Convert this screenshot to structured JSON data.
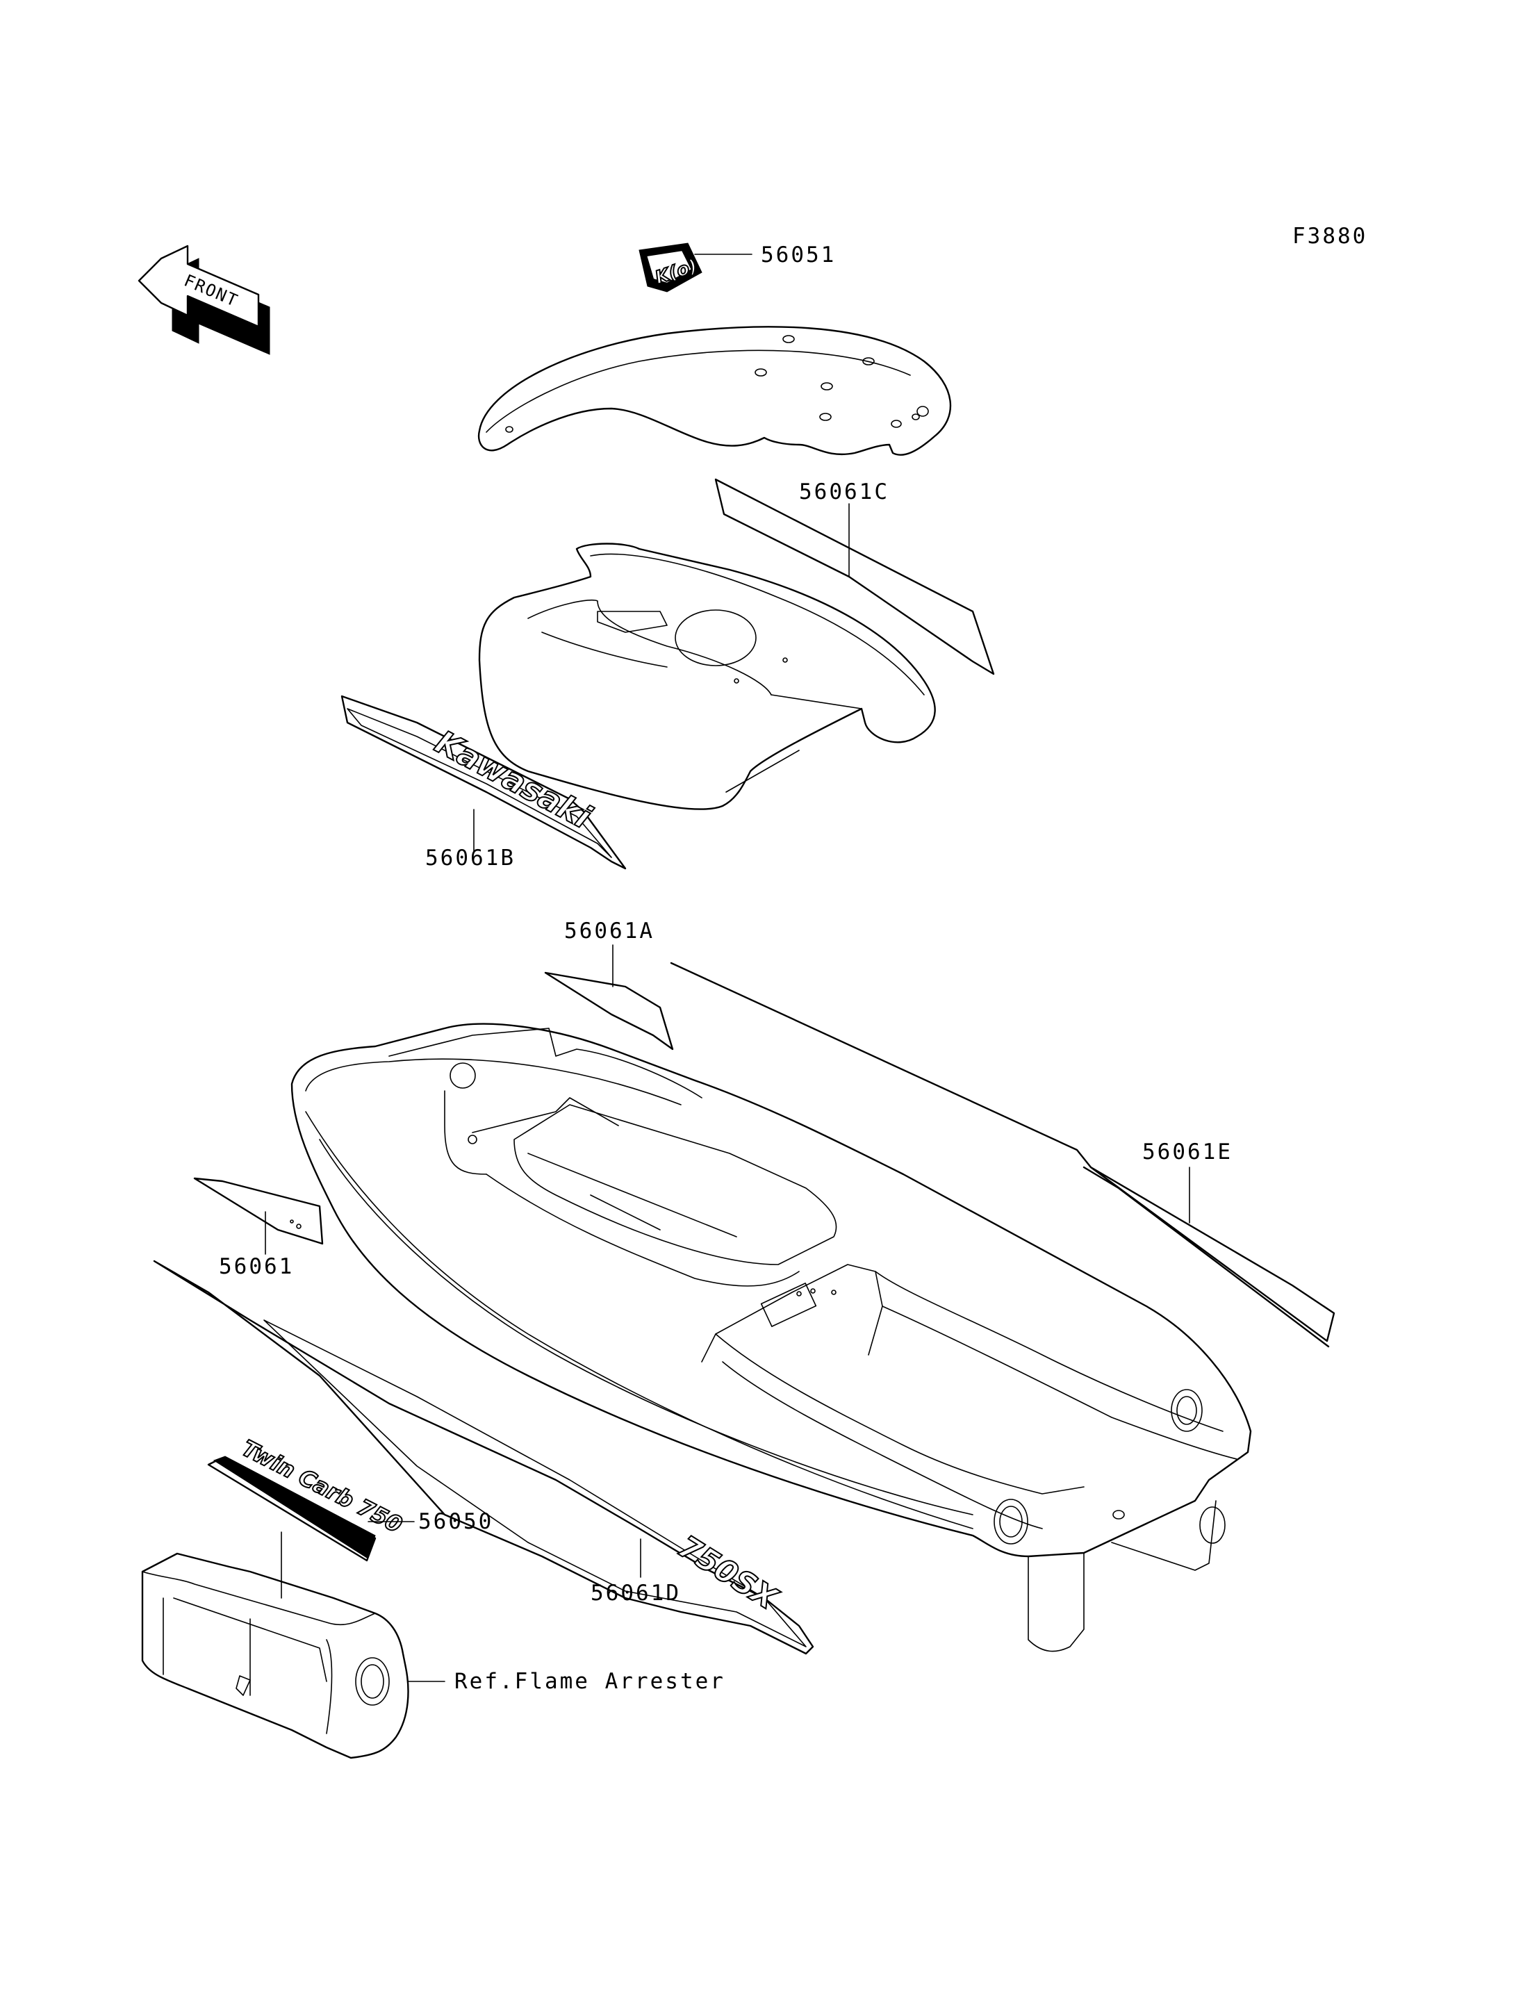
{
  "figure_code": "F3880",
  "front_arrow_label": "FRONT",
  "callouts": {
    "p56051": "56051",
    "p56061C": "56061C",
    "p56061B": "56061B",
    "p56061A": "56061A",
    "p56061E": "56061E",
    "p56061": "56061",
    "p56050": "56050",
    "p56061D": "56061D",
    "ref_flame_arrester": "Ref.Flame Arrester"
  },
  "decals": {
    "decal_56051_text": "K(o)",
    "decal_56061B_text": "Kawasaki",
    "decal_56050_text": "Twin Carb 750",
    "decal_56061D_text": "750SX"
  },
  "colors": {
    "line": "#000000",
    "background": "#ffffff"
  }
}
